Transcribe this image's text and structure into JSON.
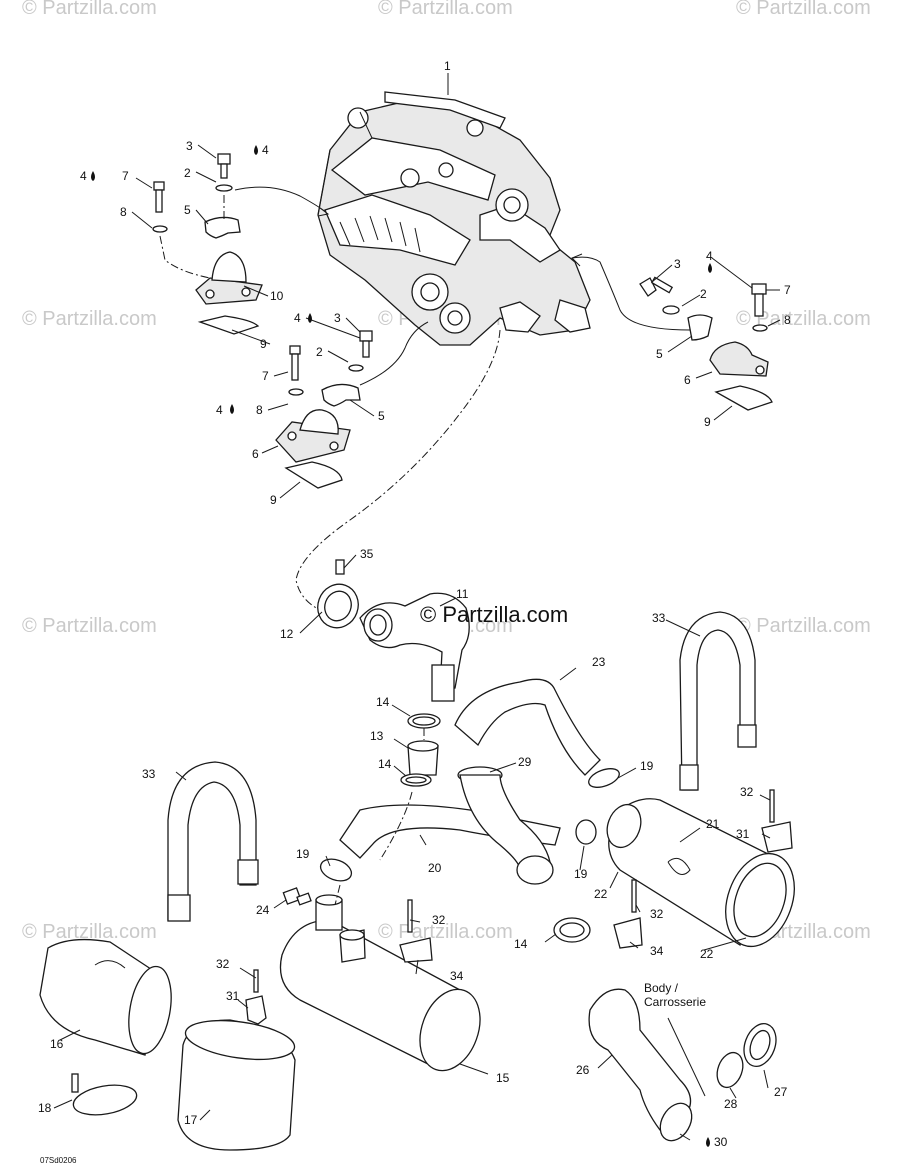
{
  "watermarks": [
    "© Partzilla.com",
    "© Partzilla.com",
    "© Partzilla.com",
    "© Partzilla.com",
    "© Partzilla.com",
    "© Partzilla.com",
    "© Partzilla.com",
    "© Partzilla.com",
    "© Partzilla.com",
    "© Partzilla.com",
    "© Partzilla.com",
    "© Partzilla.com"
  ],
  "center_watermark": "© Partzilla.com",
  "note_line1": "Body /",
  "note_line2": "Carrosserie",
  "figure_code": "07Sd0206",
  "callouts": {
    "c1": "1",
    "c2a": "2",
    "c2b": "2",
    "c2c": "2",
    "c3a": "3",
    "c3b": "3",
    "c3c": "3",
    "c4a": "4",
    "c4b": "4",
    "c4c": "4",
    "c4d": "4",
    "c4e": "4",
    "c5a": "5",
    "c5b": "5",
    "c5c": "5",
    "c6a": "6",
    "c6b": "6",
    "c7a": "7",
    "c7b": "7",
    "c7c": "7",
    "c8a": "8",
    "c8b": "8",
    "c8c": "8",
    "c9a": "9",
    "c9b": "9",
    "c9c": "9",
    "c10": "10",
    "c11": "11",
    "c12": "12",
    "c13": "13",
    "c14a": "14",
    "c14b": "14",
    "c14c": "14",
    "c15": "15",
    "c16": "16",
    "c17": "17",
    "c18": "18",
    "c19a": "19",
    "c19b": "19",
    "c19c": "19",
    "c20": "20",
    "c21": "21",
    "c22a": "22",
    "c22b": "22",
    "c23": "23",
    "c24": "24",
    "c26": "26",
    "c27": "27",
    "c28": "28",
    "c29": "29",
    "c30": "30",
    "c31a": "31",
    "c31b": "31",
    "c32a": "32",
    "c32b": "32",
    "c32c": "32",
    "c32d": "32",
    "c33a": "33",
    "c33b": "33",
    "c34a": "34",
    "c34b": "34",
    "c35": "35"
  }
}
